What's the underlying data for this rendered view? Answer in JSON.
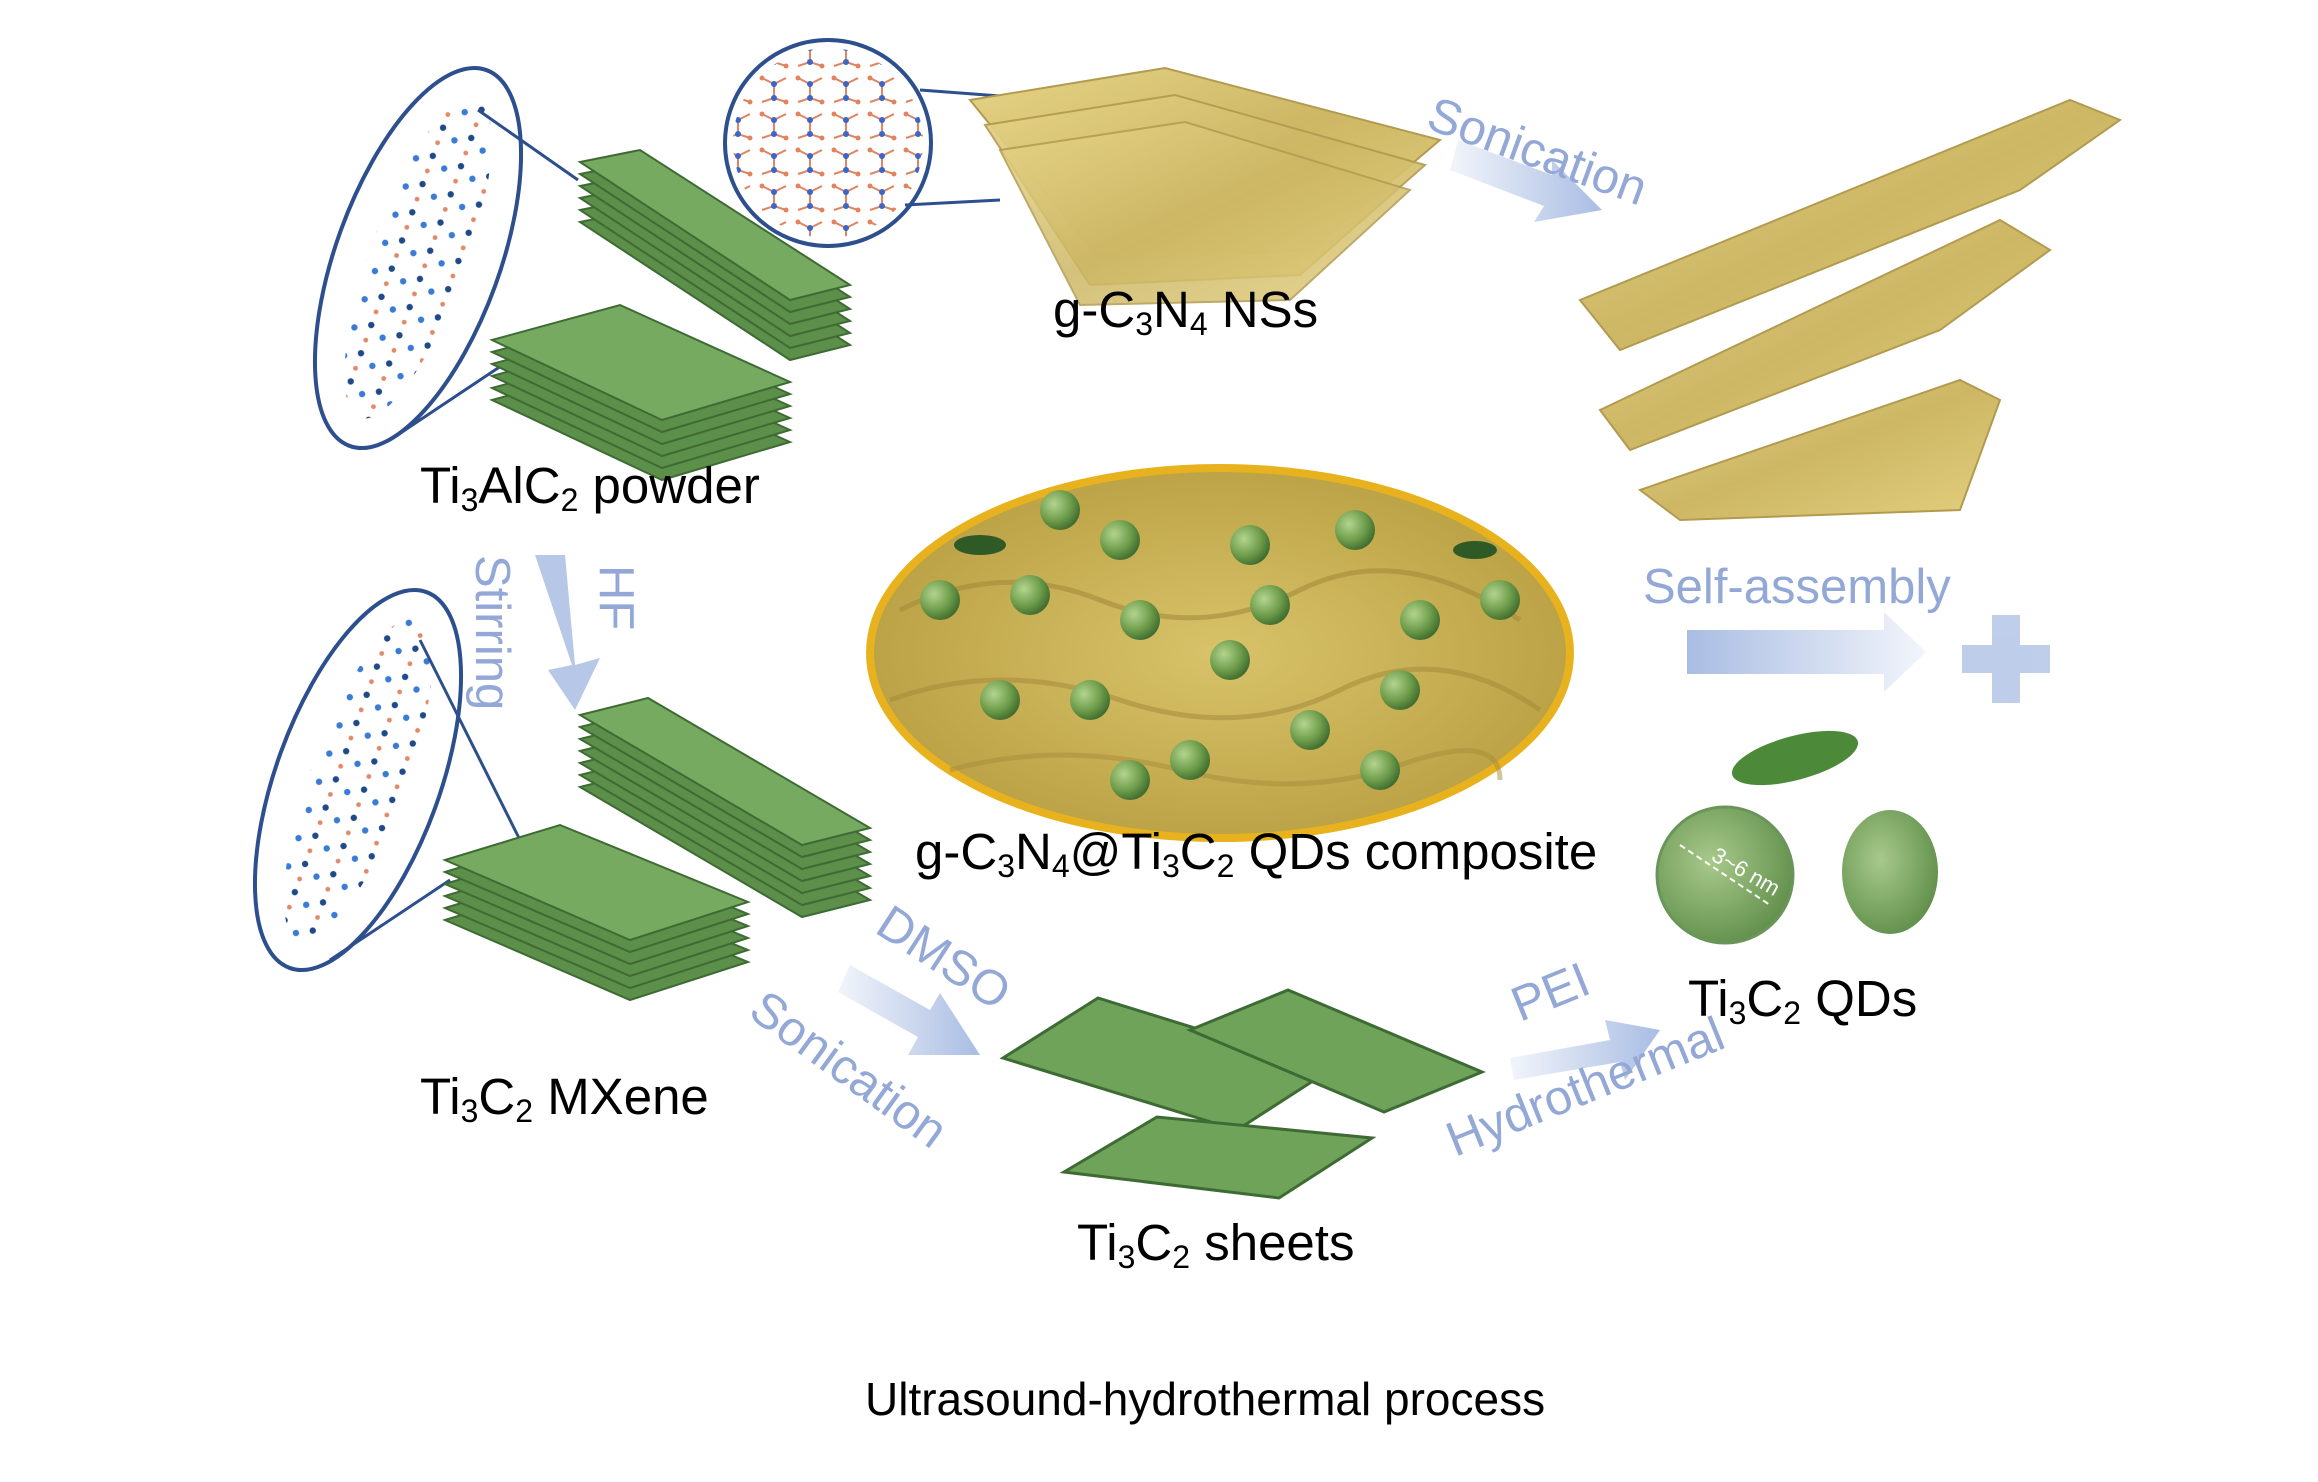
{
  "labels": {
    "ti3alc2": {
      "p1": "Ti",
      "s1": "3",
      "p2": "AlC",
      "s2": "2",
      "p3": " powder"
    },
    "gc3n4": {
      "p1": "g-C",
      "s1": "3",
      "p2": "N",
      "s2": "4",
      "p3": " NSs"
    },
    "mxene": {
      "p1": "Ti",
      "s1": "3",
      "p2": "C",
      "s2": "2",
      "p3": " MXene"
    },
    "composite": {
      "p1": "g-C",
      "s1": "3",
      "p2": "N",
      "s2": "4",
      "p3": "@Ti",
      "s3": "3",
      "p4": "C",
      "s4": "2",
      "p5": " QDs composite"
    },
    "qds": {
      "p1": "Ti",
      "s1": "3",
      "p2": "C",
      "s2": "2",
      "p3": " QDs"
    },
    "sheets": {
      "p1": "Ti",
      "s1": "3",
      "p2": "C",
      "s2": "2",
      "p3": " sheets"
    }
  },
  "steps": {
    "sonication_top": "Sonication",
    "stirring": "Stirring",
    "hf": "HF",
    "self_assembly": "Self-assembly",
    "dmso": "DMSO",
    "sonication_bottom": "Sonication",
    "pei": "PEI",
    "hydrothermal": "Hydrothermal"
  },
  "size_label": "3~6 nm",
  "caption": "Ultrasound-hydrothermal process",
  "colors": {
    "green_sheet": "#6fa35a",
    "green_edge": "#3e6b34",
    "yellow_sheet": "#d9c56f",
    "yellow_dark": "#a8914a",
    "arrow": "#a9bde3",
    "step_text": "#93a8d6",
    "lattice_blue": "#1f4a8a",
    "composite_ring": "#e8b21e"
  },
  "icons": [
    "plus-icon",
    "arrow-icon",
    "lattice-inset-icon"
  ]
}
